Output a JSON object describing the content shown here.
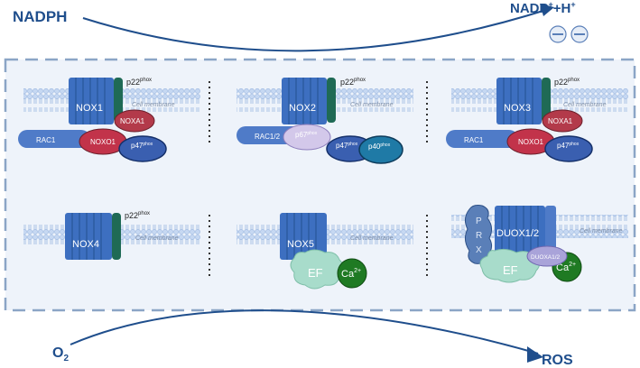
{
  "top": {
    "left_label": "NADPH",
    "right_label_base": "NADP",
    "right_sup1": "+",
    "right_mid": "+H",
    "right_sup2": "+"
  },
  "bottom": {
    "left_label_base": "O",
    "left_sub": "2",
    "right_label": "ROS"
  },
  "membrane_label": "Cell membrane",
  "p22": {
    "base": "p22",
    "sup": "phox"
  },
  "phox_sup": "phox",
  "complexes": {
    "nox1": {
      "name": "NOX1",
      "noxa1": "NOXA1",
      "noxo1": "NOXO1",
      "rac": "RAC1",
      "p47": "p47"
    },
    "nox2": {
      "name": "NOX2",
      "p67": "p67",
      "p47": "p47",
      "p40": "p40",
      "rac": "RAC1/2"
    },
    "nox3": {
      "name": "NOX3",
      "noxa1": "NOXA1",
      "noxo1": "NOXO1",
      "rac": "RAC1",
      "p47": "p47"
    },
    "nox4": {
      "name": "NOX4"
    },
    "nox5": {
      "name": "NOX5",
      "ef": "EF",
      "ca": "Ca",
      "ca_sup": "2+"
    },
    "duox": {
      "name": "DUOX1/2",
      "ef": "EF",
      "ca": "Ca",
      "ca_sup": "2+",
      "prx1": "P",
      "prx2": "R",
      "prx3": "X",
      "duoxa": "DUOXA1/2"
    }
  },
  "colors": {
    "navy": "#1f4e8c",
    "nox_blue": "#3d6fc0",
    "p22_green": "#1f6a55",
    "box_fill": "#eef3fa",
    "dash": "#8ba5c6",
    "membrane": "#b9cfee",
    "noxa1_red": "#b33a4a",
    "ef_green": "#a8dccb",
    "ca_green": "#1f7a23"
  }
}
